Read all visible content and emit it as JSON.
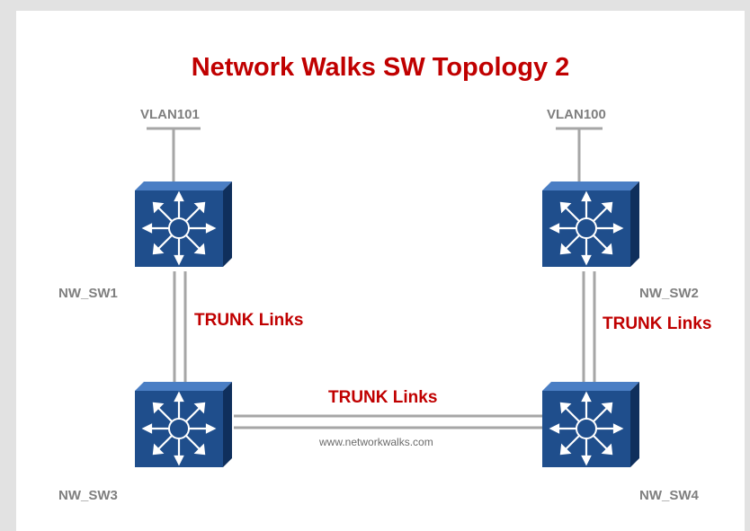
{
  "title": "Network Walks SW Topology 2",
  "colors": {
    "title": "#c00000",
    "trunk": "#c00000",
    "label": "#7f7f7f",
    "link": "#a6a6a6",
    "switch_front": "#1f4e8c",
    "switch_top": "#4a7ec4",
    "switch_side": "#0f2f5c"
  },
  "vlans": {
    "sw1": "VLAN101",
    "sw2": "VLAN100"
  },
  "switches": {
    "sw1": "NW_SW1",
    "sw2": "NW_SW2",
    "sw3": "NW_SW3",
    "sw4": "NW_SW4"
  },
  "trunks": {
    "left": "TRUNK Links",
    "right": "TRUNK Links",
    "bottom": "TRUNK Links"
  },
  "website": "www.networkwalks.com",
  "icons": {
    "switch": "layer3-switch-icon"
  }
}
